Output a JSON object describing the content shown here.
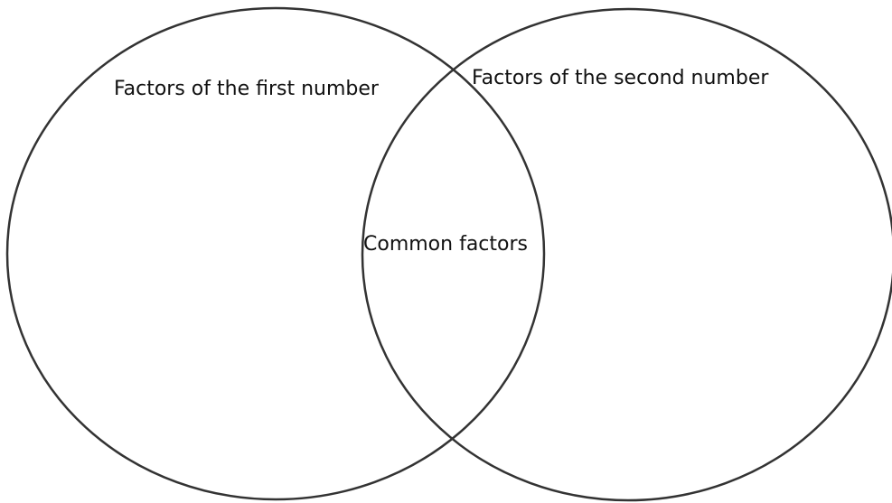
{
  "diagram": {
    "sets": [
      {
        "id": "first",
        "label": "Factors of the first number"
      },
      {
        "id": "second",
        "label": "Factors of the second number"
      }
    ],
    "intersection": {
      "label": "Common factors"
    },
    "colors": {
      "stroke": "#333333",
      "text": "#111111",
      "background": "#ffffff"
    }
  }
}
